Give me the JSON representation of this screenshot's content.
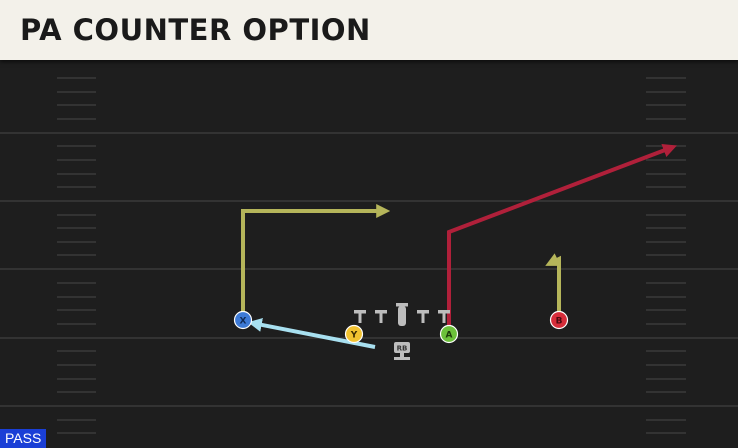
{
  "title": "PA COUNTER OPTION",
  "badge": "PASS",
  "players": [
    {
      "id": "X",
      "color": "#3d7ad6"
    },
    {
      "id": "Y",
      "color": "#f2c230"
    },
    {
      "id": "A",
      "color": "#6cc03a"
    },
    {
      "id": "B",
      "color": "#d62d3a"
    },
    {
      "id": "RB",
      "color": "#bfbfbf"
    }
  ],
  "routes": [
    {
      "player": "X",
      "type": "corner-out",
      "color": "#b5b55a"
    },
    {
      "player": "A",
      "type": "post-corner",
      "color": "#b0203a"
    },
    {
      "player": "B",
      "type": "curl",
      "color": "#b5b55a"
    },
    {
      "player": "Y",
      "type": "flat",
      "color": "#a8e0f0"
    }
  ],
  "colors": {
    "field": "#1e1e1e",
    "yard_line": "#3a3a3a",
    "title_bg": "#f3f1ea",
    "badge_bg": "#1a3fd6"
  }
}
